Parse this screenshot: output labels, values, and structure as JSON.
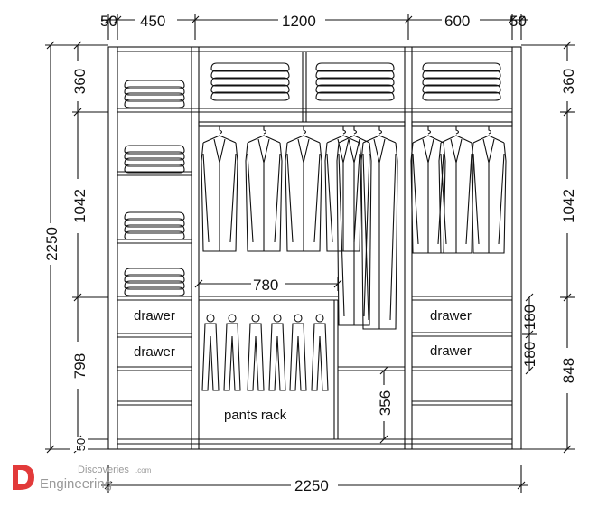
{
  "colors": {
    "line": "#111111",
    "background": "#ffffff",
    "logo_red": "#e23a3a",
    "watermark_gray": "#9a9a9a"
  },
  "top_widths": [
    "50",
    "450",
    "1200",
    "600",
    "50"
  ],
  "bottom_width": "2250",
  "left_heights": [
    "360",
    "1042",
    "798",
    "50"
  ],
  "left_total": "2250",
  "right_heights": [
    "360",
    "1042",
    "848"
  ],
  "right_small": [
    "180",
    "180"
  ],
  "inner": {
    "rod_span": "780",
    "pants_height": "356"
  },
  "labels": {
    "drawer": "drawer",
    "pants_rack": "pants rack"
  },
  "watermark": {
    "line1": "Discoveries",
    "line1_suffix": ".com",
    "line2": "Engineering"
  },
  "icons": [
    "folded-clothes-icon",
    "hanging-shirt-icon",
    "trouser-hanger-icon"
  ]
}
